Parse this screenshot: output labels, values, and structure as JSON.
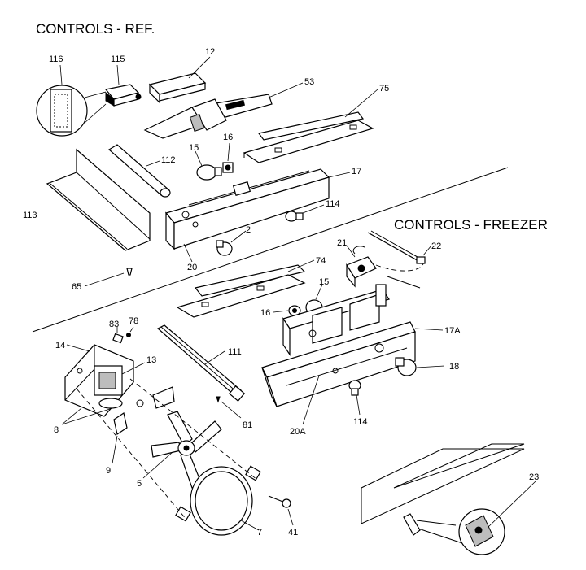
{
  "titles": {
    "ref": "CONTROLS - REF.",
    "freezer": "CONTROLS - FREEZER"
  },
  "labels": {
    "p116": "116",
    "p115": "115",
    "p12": "12",
    "p53": "53",
    "p75": "75",
    "p112": "112",
    "p15a": "15",
    "p16a": "16",
    "p17": "17",
    "p113": "113",
    "p114a": "114",
    "p2": "2",
    "p20": "20",
    "p65": "65",
    "p74": "74",
    "p21": "21",
    "p22": "22",
    "p15b": "15",
    "p16b": "16",
    "p17a": "17A",
    "p83": "83",
    "p78": "78",
    "p14": "14",
    "p13": "13",
    "p111": "111",
    "p18": "18",
    "p8": "8",
    "p81": "81",
    "p20a": "20A",
    "p114b": "114",
    "p9": "9",
    "p5": "5",
    "p41": "41",
    "p7": "7",
    "p23": "23"
  }
}
